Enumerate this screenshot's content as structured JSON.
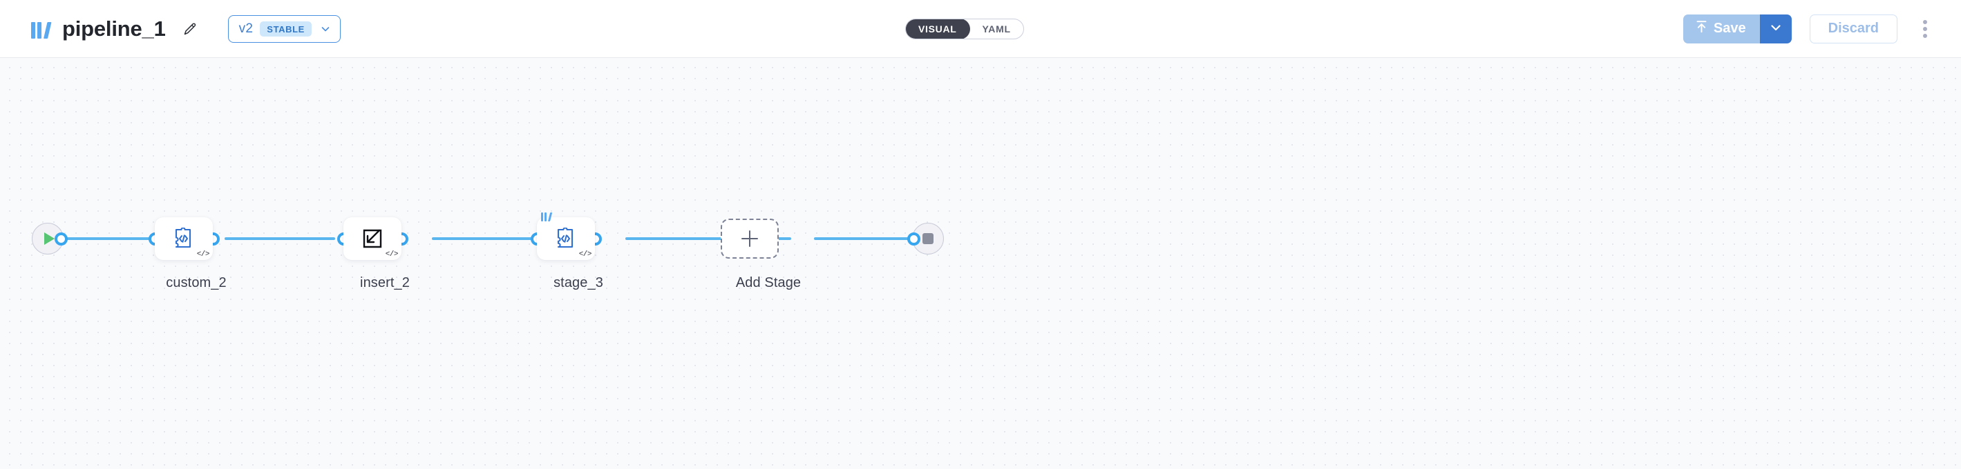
{
  "header": {
    "logo_icon": "pipeline-bars-logo",
    "title": "pipeline_1",
    "edit_icon": "pencil-icon",
    "version": {
      "label": "v2",
      "badge": "STABLE",
      "caret_icon": "chevron-down-icon"
    },
    "mode_toggle": {
      "options": [
        {
          "label": "VISUAL",
          "active": true
        },
        {
          "label": "YAML",
          "active": false
        }
      ]
    },
    "actions": {
      "save_label": "Save",
      "save_icon": "upload-arrow-icon",
      "save_caret_icon": "chevron-down-icon",
      "discard_label": "Discard",
      "kebab_icon": "more-vertical-icon"
    }
  },
  "canvas": {
    "start_node": {
      "icon": "play-icon",
      "name": "start"
    },
    "end_node": {
      "icon": "stop-icon",
      "name": "end"
    },
    "nodes": [
      {
        "label": "custom_2",
        "icon": "puzzle-code-icon",
        "code_badge": "</>",
        "has_logo_badge": false
      },
      {
        "label": "insert_2",
        "icon": "insert-arrow-icon",
        "code_badge": "</>",
        "has_logo_badge": false
      },
      {
        "label": "stage_3",
        "icon": "puzzle-code-icon",
        "code_badge": "</>",
        "has_logo_badge": true
      }
    ],
    "add_stage": {
      "label": "Add Stage",
      "icon": "plus-icon"
    }
  },
  "colors": {
    "accent_blue": "#3b78cf",
    "edge_blue": "#38a5ef",
    "brand_blue": "#5aa9f0",
    "toggle_active_bg": "#3f414e",
    "save_disabled_bg": "#a5c6ec",
    "canvas_bg": "#f9fafc",
    "badge_bg": "#cfe7fb",
    "play_green": "#56c472",
    "stop_gray": "#8a8d9c"
  }
}
